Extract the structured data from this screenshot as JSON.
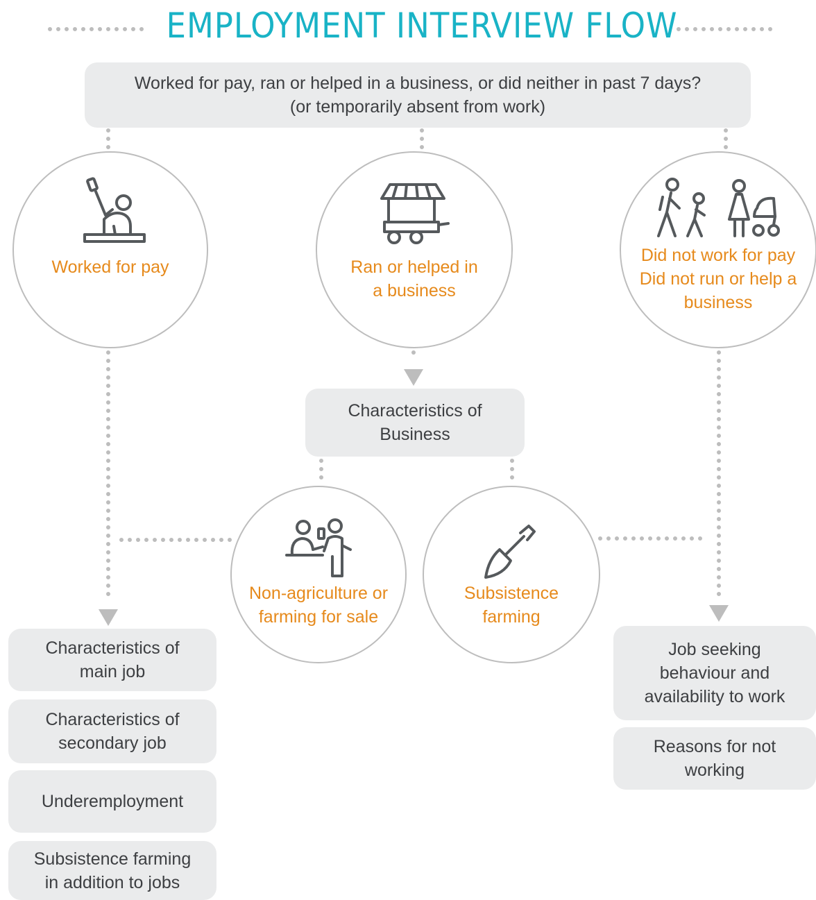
{
  "title": "EMPLOYMENT INTERVIEW FLOW",
  "question": "Worked for pay, ran or helped in a business, or did neither in past 7 days?\n(or temporarily absent from work)",
  "branches": {
    "worked": {
      "label": "Worked for pay",
      "icon": "worker-icon"
    },
    "business": {
      "label": "Ran or helped in\na business",
      "icon": "market-cart-icon"
    },
    "neither": {
      "label": "Did not work for pay\nDid not run or help a\nbusiness",
      "icon": "family-walking-icon"
    }
  },
  "business_box": "Characteristics of\nBusiness",
  "business_types": {
    "nonag": {
      "label": "Non-agriculture or\nfarming for sale",
      "icon": "customer-vendor-icon"
    },
    "subsistence": {
      "label": "Subsistence\nfarming",
      "icon": "shovel-icon"
    }
  },
  "left_modules": [
    "Characteristics of\nmain job",
    "Characteristics of\nsecondary job",
    "Underemployment",
    "Subsistence farming\nin addition to jobs"
  ],
  "right_modules": [
    "Job seeking\nbehaviour and\navailability to work",
    "Reasons for not\nworking"
  ],
  "colors": {
    "title": "#19b3c6",
    "accent_label": "#e68a1c",
    "box_fill": "#eaebec",
    "dots": "#bdbdbd",
    "icon": "#55595c"
  }
}
